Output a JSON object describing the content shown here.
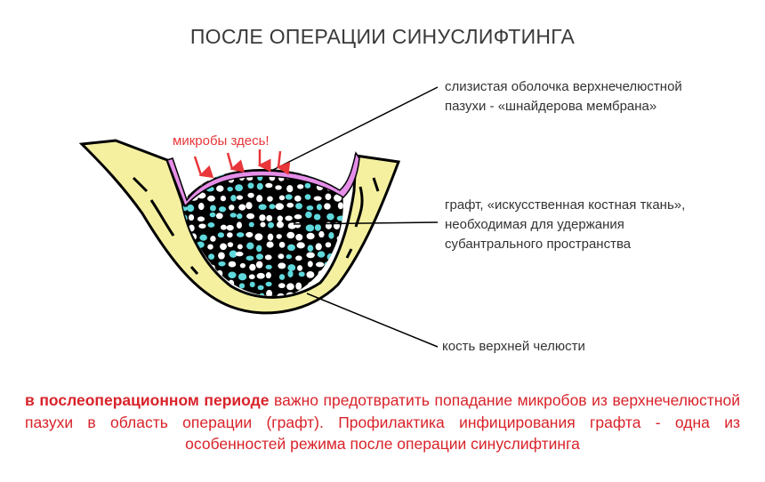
{
  "title": "ПОСЛЕ ОПЕРАЦИИ СИНУСЛИФТИНГА",
  "labels": {
    "membrane": [
      "слизистая оболочка верхнечелюстной",
      "пазухи - «шнайдерова мембрана»"
    ],
    "graft": [
      "графт, «искусственная костная ткань»,",
      "необходимая для удержания",
      "субантрального пространства"
    ],
    "bone": "кость верхней челюсти",
    "microbes": "микробы здесь!"
  },
  "paragraph": {
    "bold": "в послеоперационном периоде",
    "rest": " важно предотвратить попадание микробов из верхнечелюстной пазухи в область операции (графт). Профилактика инфицирования графта - одна из особенностей режима после операции синуслифтинга"
  },
  "colors": {
    "bone": "#f5f0a0",
    "membrane": "#e58ee8",
    "graft": "#000000",
    "granule_cyan": "#5fd8dc",
    "accent_red": "#e8363a"
  }
}
